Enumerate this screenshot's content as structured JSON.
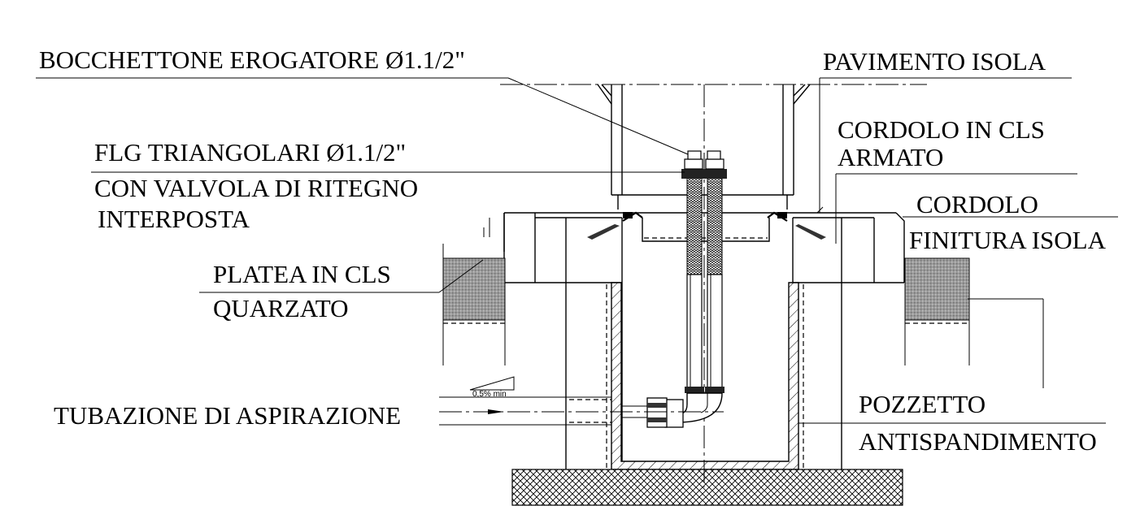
{
  "labels": {
    "bocchettone": "BOCCHETTONE EROGATORE Ø1.1/2\"",
    "pavimento": "PAVIMENTO ISOLA",
    "cordolo_cls_1": "CORDOLO IN CLS",
    "cordolo_cls_2": "ARMATO",
    "flg_1": "FLG TRIANGOLARI Ø1.1/2\"",
    "flg_2": "CON VALVOLA DI RITEGNO",
    "flg_3": "INTERPOSTA",
    "cordolo_fin_1": "CORDOLO",
    "cordolo_fin_2": "FINITURA ISOLA",
    "platea_1": "PLATEA IN CLS",
    "platea_2": "QUARZATO",
    "tubazione": "TUBAZIONE DI ASPIRAZIONE",
    "pozzetto_1": "POZZETTO",
    "pozzetto_2": "ANTISPANDIMENTO",
    "slope": "0,5% min"
  }
}
